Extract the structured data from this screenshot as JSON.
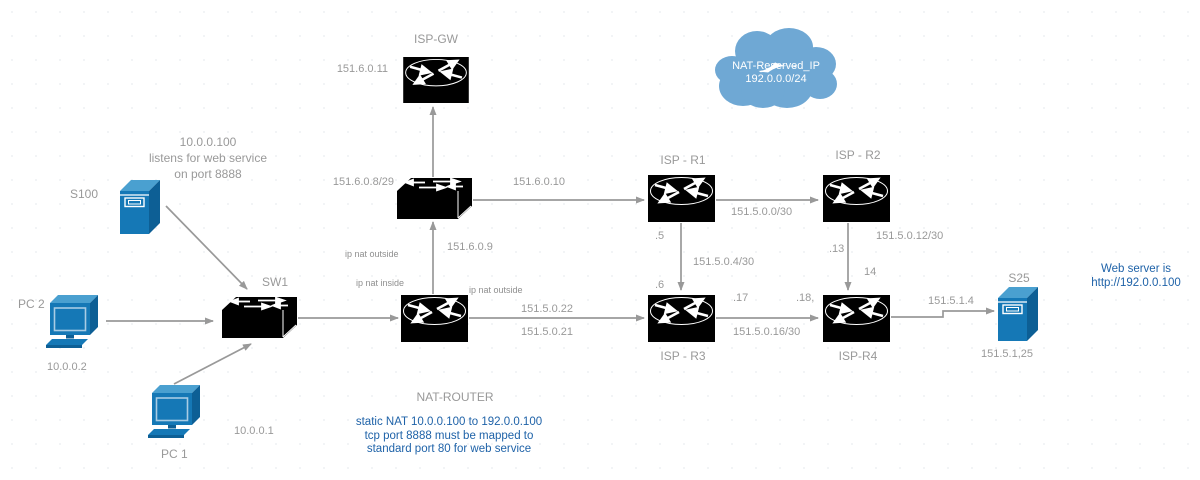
{
  "colors": {
    "line_gray": "#999999",
    "label_gray": "#999999",
    "note_blue": "#1e62a8",
    "device_blue": "#1578B6",
    "device_blue_dark": "#0d5f95",
    "device_blue_light": "#4AA0D0",
    "device_black": "#000000",
    "cloud_blue": "#6FA8D4"
  },
  "cloud": {
    "title": "NAT-Reserved_IP",
    "subnet": "192.0.0.0/24"
  },
  "devices": {
    "isp_gw": {
      "name": "ISP-GW",
      "ip": "151.6.0.11"
    },
    "border_switch": {
      "subnet": "151.6.0.8/29"
    },
    "sw1": {
      "name": "SW1"
    },
    "s100": {
      "name": "S100",
      "note1": "10.0.0.100",
      "note2": "listens for web service",
      "note3": "on port 8888"
    },
    "pc2": {
      "name": "PC 2",
      "ip": "10.0.0.2"
    },
    "pc1": {
      "name": "PC 1",
      "ip": "10.0.0.1"
    },
    "nat_router": {
      "name": "NAT-ROUTER",
      "note1": "static NAT 10.0.0.100 to 192.0.0.100",
      "note2": "tcp port 8888 must be mapped to",
      "note3": "standard port 80 for web service"
    },
    "isp_r1": {
      "name": "ISP - R1"
    },
    "isp_r2": {
      "name": "ISP - R2"
    },
    "isp_r3": {
      "name": "ISP - R3"
    },
    "isp_r4": {
      "name": "ISP-R4"
    },
    "s25": {
      "name": "S25",
      "ip": "151.5.1,25",
      "note1": "Web server is",
      "note2": "http://192.0.0.100"
    }
  },
  "links": {
    "natrouter_to_switch": "151.6.0.9",
    "switch_to_r1": "151.6.0.10",
    "nat_outside_left": "ip nat outside",
    "nat_inside": "ip nat inside",
    "nat_outside_right": "ip nat outside",
    "natrouter_r3_top": "151.5.0.22",
    "natrouter_r3_bottom": "151.5.0.21",
    "r1_r2_subnet": "151.5.0.0/30",
    "r1_r3_top": ".5",
    "r1_r3_subnet": "151.5.0.4/30",
    "r1_r3_bottom": ".6",
    "r2_r4_subnet": "151.5.0.12/30",
    "r2_r4_top": ".13",
    "r2_r4_bottom": "14",
    "r3_r4_left": ".17",
    "r3_r4_right": ".18,",
    "r3_r4_subnet": "151.5.0.16/30",
    "r4_s25": "151.5.1.4"
  }
}
